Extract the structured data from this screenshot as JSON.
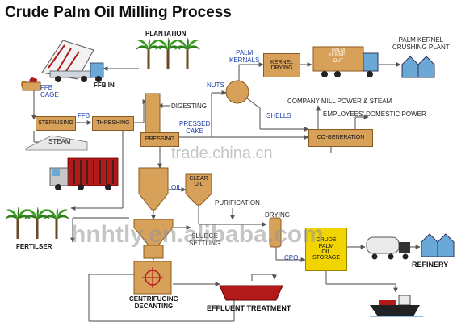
{
  "title": "Crude Palm Oil Milling Process",
  "labels": {
    "plantation": "PLANTATION",
    "ffb_in": "FFB IN",
    "ffb_cage": "FFB\nCAGE",
    "ffb": "FFB",
    "steam": "STEAM",
    "digesting": "DIGESTING",
    "pressed_cake": "PRESSED\nCAKE",
    "nuts": "NUTS",
    "palm_kernals": "PALM\nKERNALS",
    "shells": "SHELLS",
    "company_mill": "COMPANY MILL POWER & STEAM",
    "employees": "EMPLOYEES' DOMESTIC POWER",
    "kernel_crushing": "PALM KERNEL\nCRUSHING PLANT",
    "oil": "OIL",
    "purification": "PURIFICATION",
    "drying": "DRYING",
    "cpo": "CPO",
    "fertilser": "FERTILSER",
    "sludge_settling": "SLUDGE\nSETTLING",
    "centrifuging": "CENTRIFUGING\nDECANTING",
    "effluent": "EFFLUENT TREATMENT",
    "refinery": "REFINERY",
    "tank_text": "PALM\nKERNEL\nOUT"
  },
  "boxes": {
    "sterilising": "STERILISING",
    "threshing": "THRESHING",
    "pressing": "PRESSING",
    "kernel_drying": "KERNEL\nDRYING",
    "co_generation": "CO-GENERATION",
    "clear_oil": "CLEAR\nOIL",
    "storage": "CRUDE\nPALM\nOIL\nSTORAGE"
  },
  "watermarks": {
    "w1": "trade.china.cn",
    "w2": "hnhtly.en.alibaba.com"
  },
  "colors": {
    "box": "#d8a15a",
    "storage": "#f1d400",
    "line": "#6a6a6a",
    "blue_text": "#1e3fae",
    "tree_green": "#2e7d1a",
    "tanker_red": "#b21a1a",
    "tank_blue": "#6aa8d8"
  },
  "icons": [
    "palm-tree-icon",
    "truck-icon",
    "tanker-truck-icon",
    "silo-icon",
    "ship-icon",
    "centrifuge-icon"
  ]
}
